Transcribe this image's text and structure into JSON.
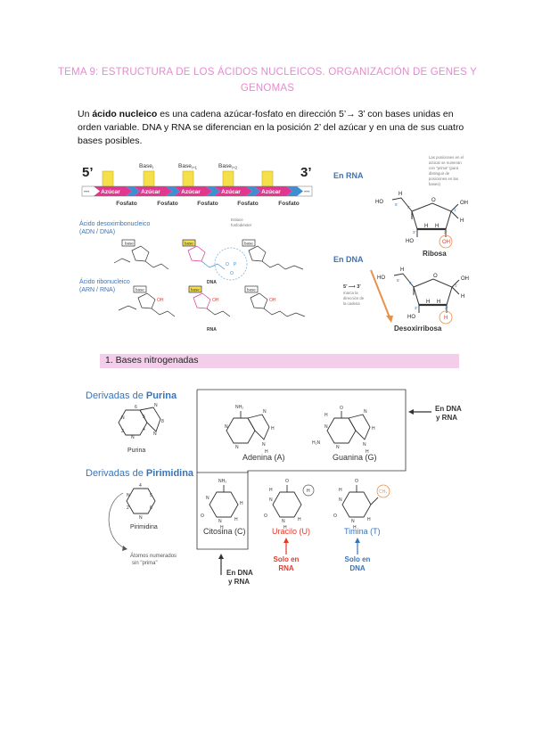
{
  "header": {
    "title": "TEMA 9: ESTRUCTURA DE LOS ÁCIDOS NUCLEICOS. ORGANIZACIÓN DE GENES Y GENOMAS"
  },
  "intro": {
    "pre": "Un ",
    "bold": "ácido nucleico",
    "post": " es una cadena azúcar-fosfato en dirección 5’→ 3’ con bases unidas en orden variable. DNA y RNA se diferencian en la posición 2’ del azúcar y en una de sus cuatro bases posibles."
  },
  "backbone_figure": {
    "end5": "5’",
    "end3": "3’",
    "base_labels": [
      "Base",
      "Base",
      "Base"
    ],
    "base_subs": [
      "i",
      "i+1",
      "i+2"
    ],
    "sugar_labels": [
      "Azúcar",
      "Azúcar",
      "Azúcar",
      "Azúcar",
      "Azúcar"
    ],
    "phosphate_labels": [
      "Fosfato",
      "Fosfato",
      "Fosfato",
      "Fosfato",
      "Fosfato"
    ],
    "dna_name": "Ácido desoxirribonucleico",
    "dna_abbr": "(ADN / DNA)",
    "rna_name": "Ácido ribonucleico",
    "rna_abbr": "(ARN / RNA)",
    "bond_label_1": "Enlace",
    "bond_label_2": "fosfodiéster",
    "dna_tag": "DNA",
    "rna_tag": "RNA",
    "base_tag": "base"
  },
  "sugar_figure": {
    "rna_heading": "En RNA",
    "dna_heading": "En DNA",
    "note_lines": [
      "Las posiciones en el",
      "azúcar se numeran",
      "con \"prima\" (para",
      "distinguir de",
      "posiciones en las",
      "bases)"
    ],
    "ribose_label": "Ribosa",
    "deoxyribose_label": "Desoxirribosa",
    "direction_label": "5’ ⟶ 3’",
    "direction_note": [
      "marca la",
      "dirección de",
      "la cadena"
    ]
  },
  "section": {
    "heading": "1. Bases nitrogenadas"
  },
  "bases_figure": {
    "purine_heading_pre": "Derivadas de ",
    "purine_heading_bold": "Purina",
    "purine_label": "Purina",
    "pyrimidine_heading_pre": "Derivadas de ",
    "pyrimidine_heading_bold": "Pirimidina",
    "pyrimidine_label": "Pirimidina",
    "numbered_note": [
      "Átomos numerados",
      "sin \"prima\""
    ],
    "adenine": "Adenina (A)",
    "guanine": "Guanina (G)",
    "cytosine": "Citosina (C)",
    "uracil": "Uracilo (U)",
    "thymine": "Timina (T)",
    "both_label_1": "En DNA",
    "both_label_2": "y RNA",
    "only_rna_1": "Solo en",
    "only_rna_2": "RNA",
    "only_dna_1": "Solo en",
    "only_dna_2": "DNA"
  },
  "colors": {
    "title_pink": "#e58bd0",
    "section_bar": "#f4cdea",
    "heading_blue": "#3a74b8",
    "sugar_magenta": "#e0378f",
    "base_yellow": "#f6e04a",
    "accent_red": "#e23b2e",
    "accent_orange": "#e8914a",
    "strand_bar": "#3e8fd1"
  }
}
